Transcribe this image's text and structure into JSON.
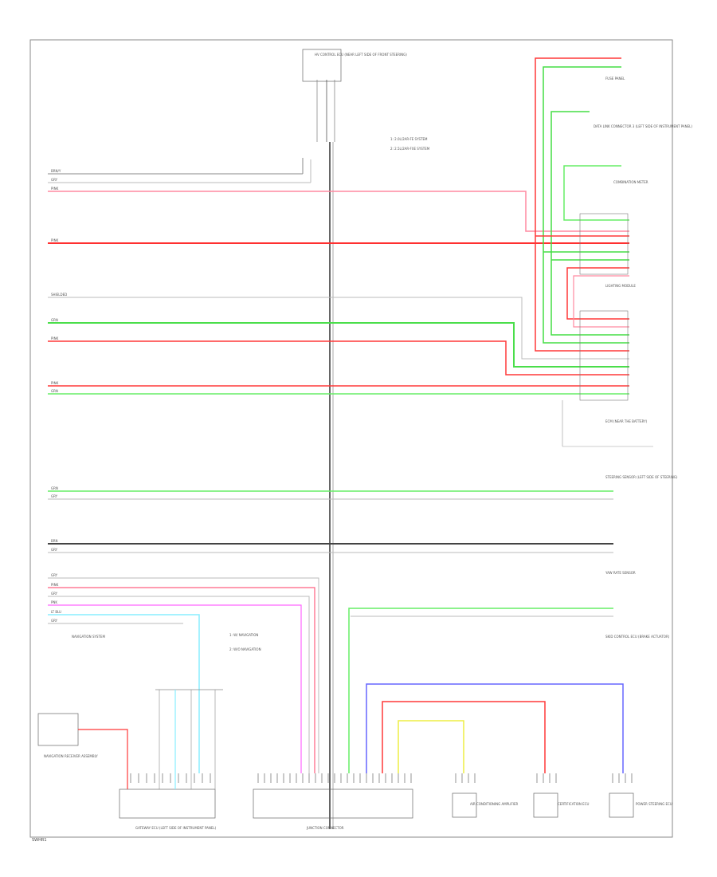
{
  "diagram": {
    "legend_top": [
      "1: 2.0L/2AR-FE SYSTEM",
      "2: 2.5L/2AR-FXE SYSTEM"
    ],
    "legend_bottom": [
      "1: W/ NAVIGATION",
      "2: W/O NAVIGATION"
    ],
    "component_top": "HV CONTROL ECU (NEAR LEFT SIDE OF FRONT STEERING)",
    "left_wire_labels": [
      "BRN/Y",
      "GRY",
      "PINK",
      "PINK",
      "SHIELDED",
      "GRN",
      "PINK",
      "PINK",
      "GRN",
      "GRN",
      "GRY",
      "BRN",
      "GRY",
      "GRY",
      "PINK",
      "GRY",
      "PNK",
      "LT BLU",
      "GRY"
    ],
    "right_components": [
      "FUSE PANEL",
      "DATA LINK CONNECTOR 3 (LEFT SIDE OF INSTRUMENT PANEL)",
      "COMBINATION METER",
      "LIGHTING MODULE",
      "ECM (NEAR THE BATTERY)",
      "STEERING SENSOR (LEFT SIDE OF STEERING)",
      "YAW RATE SENSOR",
      "SKID CONTROL ECU (BRAKE ACTUATOR)"
    ],
    "bottom_components": [
      "NAVIGATION RECEIVER ASSEMBLY",
      "GATEWAY ECU (LEFT SIDE OF INSTRUMENT PANEL)",
      "JUNCTION CONNECTOR",
      "AIR CONDITIONING AMPLIFIER",
      "CERTIFICATION ECU",
      "POWER STEERING ECU"
    ],
    "left_note": "NAVIGATION SYSTEM",
    "page_marker": "SWHR1"
  }
}
